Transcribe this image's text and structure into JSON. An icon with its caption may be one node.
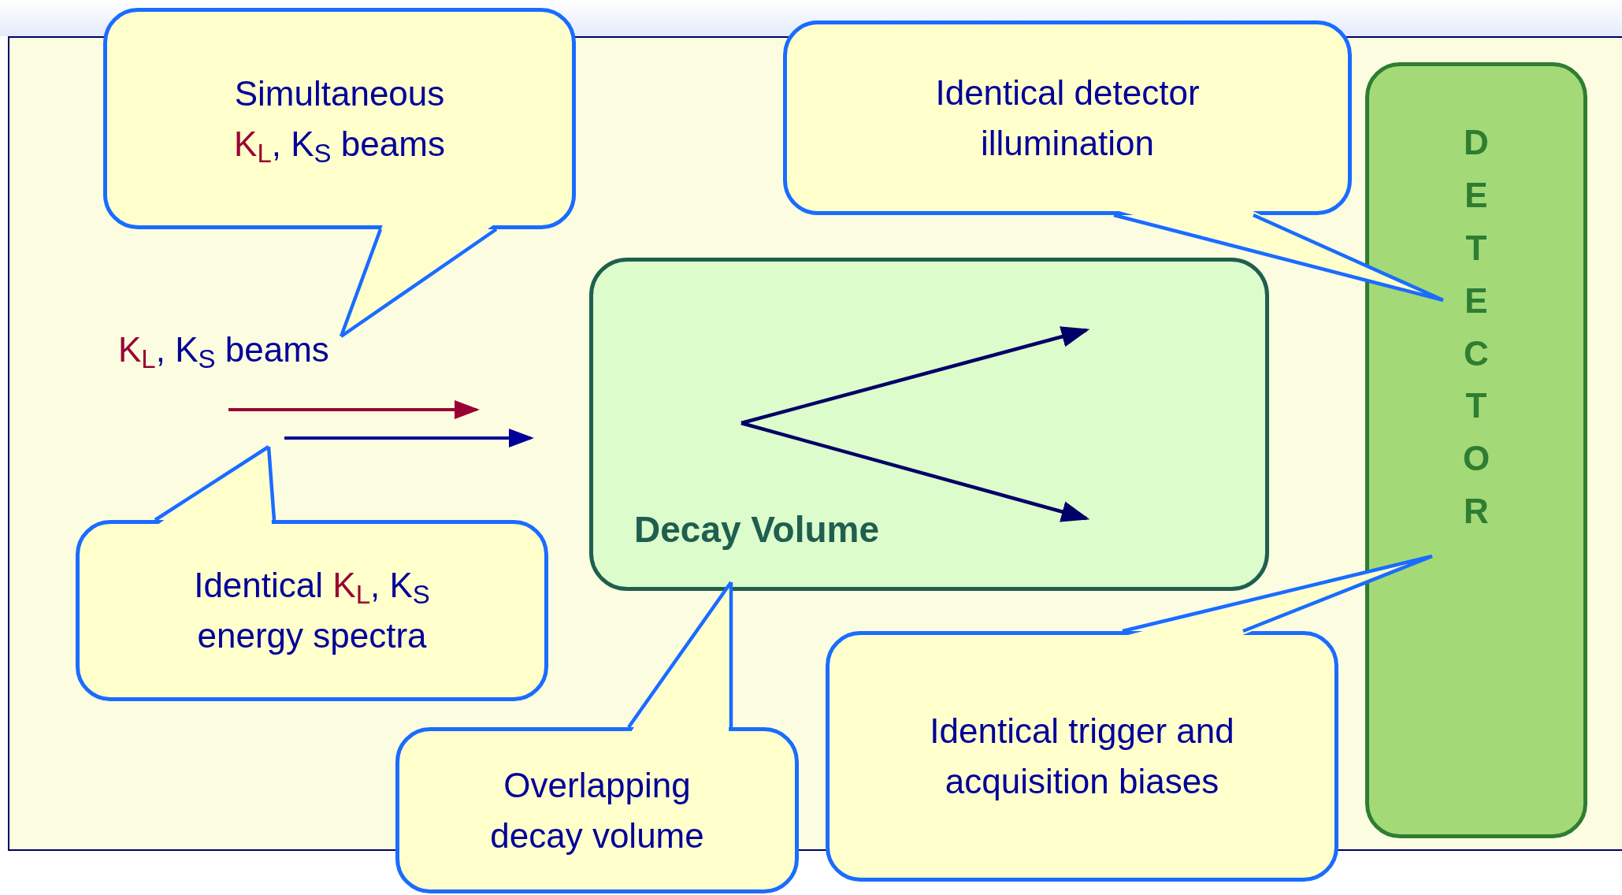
{
  "diagram": {
    "nodes": [
      {
        "text": [
          "Simultaneous",
          "K$_{L}$, K$_{S}$ beams"
        ]
      },
      {
        "text": [
          "Identical detector illumination"
        ]
      },
      {
        "text": [
          "DETECTOR"
        ]
      },
      {
        "text": [
          "K$_{L}$, K$_{S}$ beams"
        ]
      },
      {
        "text": [
          "Decay Volume"
        ]
      },
      {
        "text": [
          "Identical K$_{L}$, K$_{S}$ energy spectra"
        ]
      },
      {
        "text": [
          "Overlapping decay volume"
        ]
      },
      {
        "text": [
          "Identical trigger and acquisition biases"
        ]
      }
    ],
    "edges": [
      {
        "from": 0,
        "to": 3,
        "arrow": "none"
      },
      {
        "from": 1,
        "to": 2,
        "arrow": "none"
      },
      {
        "from": 5,
        "to": null,
        "arrow": "none"
      },
      {
        "from": 7,
        "to": 2,
        "arrow": "none"
      },
      {
        "from": 6,
        "to": 4,
        "arrow": "none"
      }
    ]
  }
}
